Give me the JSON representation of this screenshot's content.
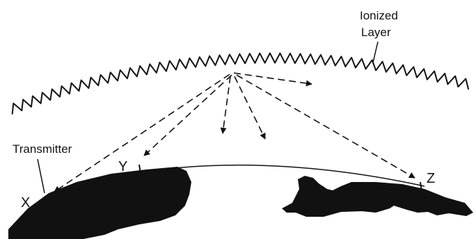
{
  "labels": {
    "ionized_line1": "Ionized",
    "ionized_line2": "Layer",
    "transmitter": "Transmitter",
    "x": "X",
    "y": "Y",
    "z": "Z"
  },
  "colors": {
    "ink": "#111111",
    "background": "#ffffff"
  }
}
